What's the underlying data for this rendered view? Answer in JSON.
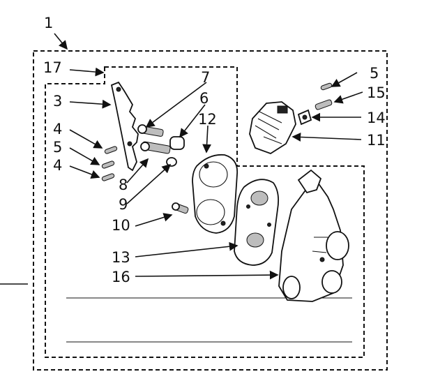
{
  "callouts": {
    "c1": "1",
    "c17": "17",
    "c3": "3",
    "c4a": "4",
    "c5a": "5",
    "c4b": "4",
    "c7": "7",
    "c6": "6",
    "c12": "12",
    "c8": "8",
    "c9": "9",
    "c10": "10",
    "c13": "13",
    "c16": "16",
    "c5b": "5",
    "c15": "15",
    "c14": "14",
    "c11": "11"
  }
}
